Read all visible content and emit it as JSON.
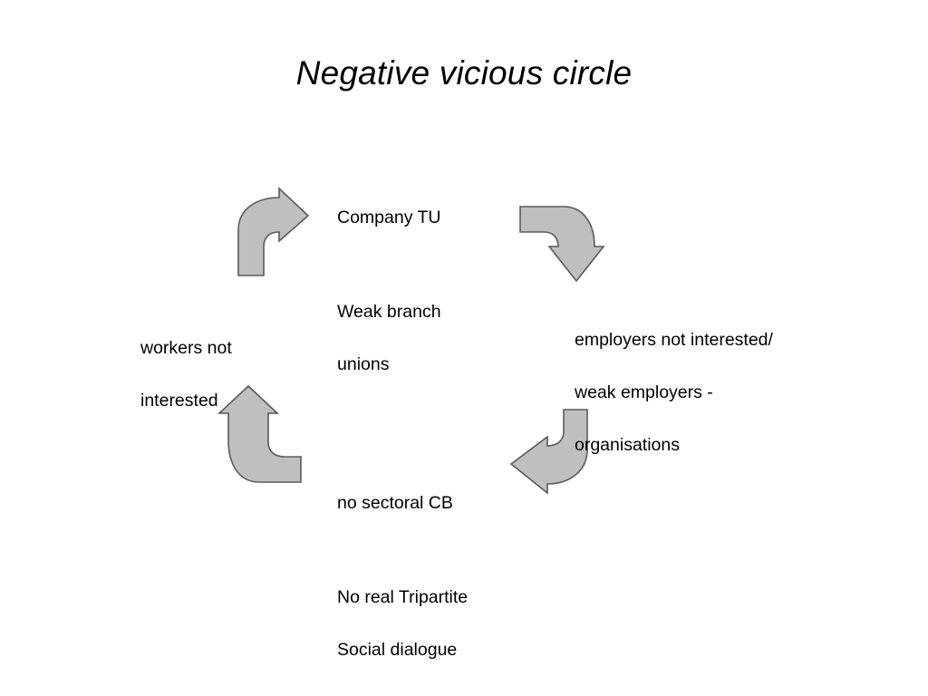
{
  "slide": {
    "title": "Negative vicious circle",
    "background_color": "#ffffff",
    "text_color": "#000000"
  },
  "arrows": {
    "fill_color": "#bfbfbf",
    "outline_color": "#5a5a5a",
    "items": [
      {
        "name": "curved-arrow-up-right",
        "direction": "up-right",
        "position": "top-left"
      },
      {
        "name": "curved-arrow-right-down",
        "direction": "down",
        "position": "top-right"
      },
      {
        "name": "curved-arrow-down-left",
        "direction": "left",
        "position": "bottom-right"
      },
      {
        "name": "curved-arrow-left-up",
        "direction": "up",
        "position": "bottom-left"
      }
    ]
  },
  "labels": {
    "company_tu": {
      "line1": "Company TU",
      "line2": "Weak branch",
      "line3": "unions"
    },
    "employers": {
      "line1": "employers not interested/",
      "line2": "weak employers -",
      "line3": "organisations"
    },
    "sectoral": {
      "line1": "no sectoral CB",
      "line2": "No real Tripartite",
      "line3": "Social dialogue"
    },
    "workers": {
      "line1": "workers not",
      "line2": "interested"
    }
  }
}
